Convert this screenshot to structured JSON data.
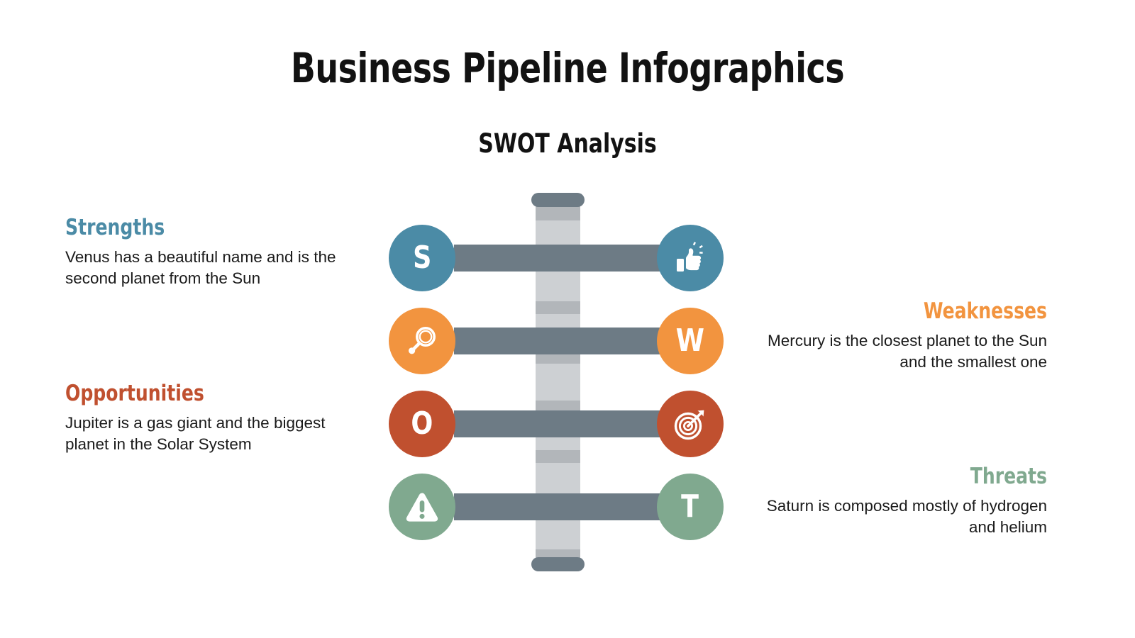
{
  "slide": {
    "title": "Business Pipeline Infographics",
    "subtitle": "SWOT Analysis",
    "background_color": "#ffffff"
  },
  "palette": {
    "strengths": "#4b8ba6",
    "weaknesses": "#f2943f",
    "opportunities": "#c0502f",
    "threats": "#80a98f",
    "bar": "#6d7b85",
    "pipe_light": "#cdd0d3",
    "pipe_dark": "#b2b6ba",
    "body_text": "#1b1b1b",
    "title_text": "#121212"
  },
  "quadrants": [
    {
      "key": "strengths",
      "heading": "Strengths",
      "body": "Venus has a beautiful name and is the second planet from the Sun",
      "letter": "S",
      "letter_side": "left",
      "icon": "thumbs-up-icon",
      "icon_side": "right",
      "color": "#4b8ba6",
      "text_side": "left"
    },
    {
      "key": "weaknesses",
      "heading": "Weaknesses",
      "body": "Mercury is the closest planet to the Sun and the smallest one",
      "letter": "W",
      "letter_side": "right",
      "icon": "magnifier-icon",
      "icon_side": "left",
      "color": "#f2943f",
      "text_side": "right"
    },
    {
      "key": "opportunities",
      "heading": "Opportunities",
      "body": "Jupiter is a gas giant and the biggest planet in the Solar System",
      "letter": "O",
      "letter_side": "left",
      "icon": "target-dart-icon",
      "icon_side": "right",
      "color": "#c0502f",
      "text_side": "left"
    },
    {
      "key": "threats",
      "heading": "Threats",
      "body": "Saturn is composed mostly of hydrogen and helium",
      "letter": "T",
      "letter_side": "right",
      "icon": "warning-triangle-icon",
      "icon_side": "left",
      "color": "#80a98f",
      "text_side": "right"
    }
  ]
}
